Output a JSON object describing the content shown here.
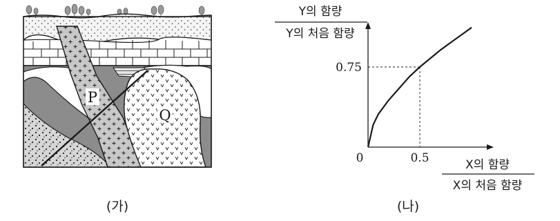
{
  "panel_a": {
    "caption": "(가)",
    "label_p": "P",
    "label_q": "Q"
  },
  "panel_b": {
    "caption": "(나)",
    "y_label_numerator": "Y의 함량",
    "y_label_denominator": "Y의 처음 함량",
    "x_label_numerator": "X의 함량",
    "x_label_denominator": "X의 처음 함량",
    "origin_label": "0",
    "x_tick_label": "0.5",
    "y_tick_label": "0.75"
  },
  "chart_data": {
    "type": "line",
    "title": "",
    "xlabel": "X의 함량 / X의 처음 함량",
    "ylabel": "Y의 함량 / Y의 처음 함량",
    "x_ticks": [
      0.5
    ],
    "y_ticks": [
      0.75
    ],
    "series": [
      {
        "x": [
          0,
          0.05,
          0.1,
          0.2,
          0.3,
          0.4,
          0.5,
          0.6,
          0.7,
          0.8,
          0.9,
          1.0
        ],
        "y": [
          0,
          0.21,
          0.31,
          0.44,
          0.55,
          0.66,
          0.75,
          0.83,
          0.91,
          0.98,
          1.05,
          1.12
        ]
      }
    ],
    "highlight_point": {
      "x": 0.5,
      "y": 0.75
    },
    "grid": false
  },
  "colors": {
    "stroke": "#1a1a1a",
    "dark_rock": "#8c8c8c",
    "sand": "#d6d6d6",
    "intrusion_p": "#c8c8c8",
    "white": "#ffffff"
  }
}
